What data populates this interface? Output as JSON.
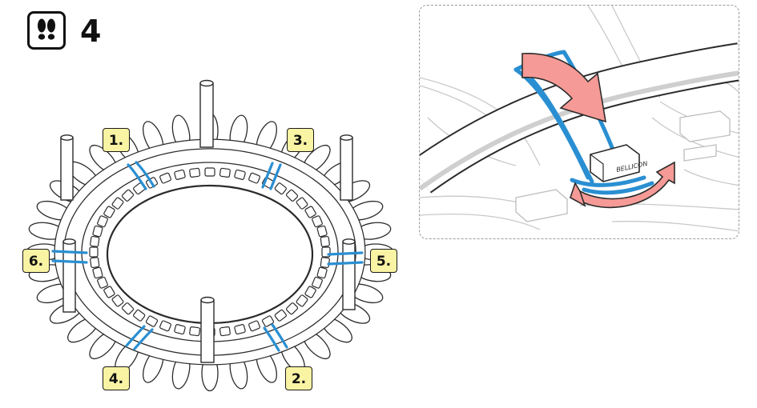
{
  "step": {
    "icon": "footprints-icon",
    "number": "4"
  },
  "callouts": [
    {
      "id": "1",
      "label": "1."
    },
    {
      "id": "2",
      "label": "2."
    },
    {
      "id": "3",
      "label": "3."
    },
    {
      "id": "4",
      "label": "4."
    },
    {
      "id": "5",
      "label": "5."
    },
    {
      "id": "6",
      "label": "6."
    }
  ],
  "detail": {
    "brand_mark": "BELLICON"
  },
  "colors": {
    "band": "#2a8fd2",
    "callout_fill": "#f9f3a4",
    "arrow": "#f59a96",
    "outline": "#1a1a1a"
  }
}
